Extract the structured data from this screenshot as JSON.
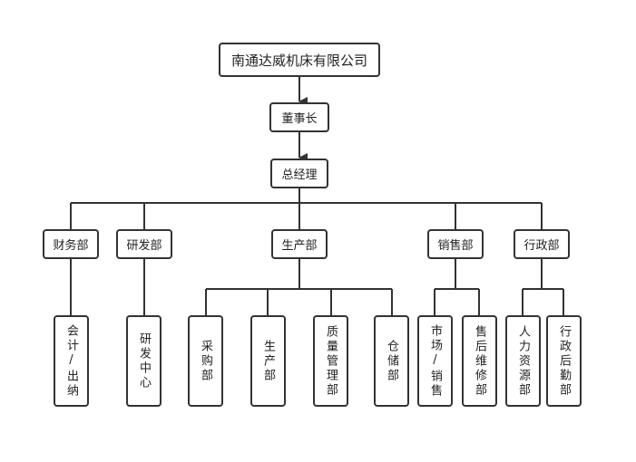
{
  "org_chart": {
    "company": "南通达威机床有限公司",
    "chairman": "董事长",
    "gm": "总经理",
    "departments": {
      "finance": "财务部",
      "rnd": "研发部",
      "production": "生产部",
      "sales": "销售部",
      "admin": "行政部"
    },
    "subunits": {
      "finance_accounting": "会计/出纳",
      "rnd_center": "研发中心",
      "prod_purchase": "采购部",
      "prod_production": "生产部",
      "prod_quality": "质量管理部",
      "prod_warehouse": "仓储部",
      "sales_market": "市场/销售",
      "sales_aftersales": "售后维修部",
      "admin_hr": "人力资源部",
      "admin_logistics": "行政后勤部"
    }
  },
  "colors": {
    "line": "#333333",
    "box_border": "#333333",
    "text": "#222222"
  }
}
